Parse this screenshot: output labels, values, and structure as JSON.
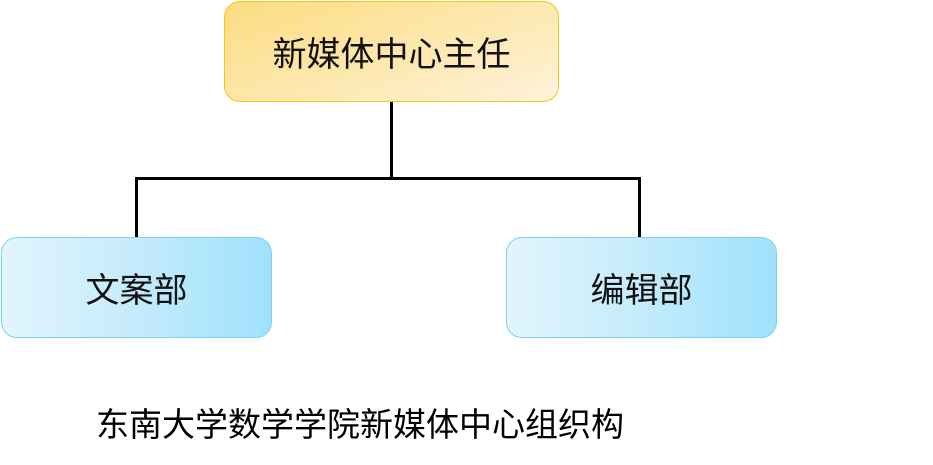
{
  "diagram": {
    "root": {
      "label": "新媒体中心主任"
    },
    "children": [
      {
        "label": "文案部"
      },
      {
        "label": "编辑部"
      }
    ],
    "caption": "东南大学数学学院新媒体中心组织构"
  }
}
